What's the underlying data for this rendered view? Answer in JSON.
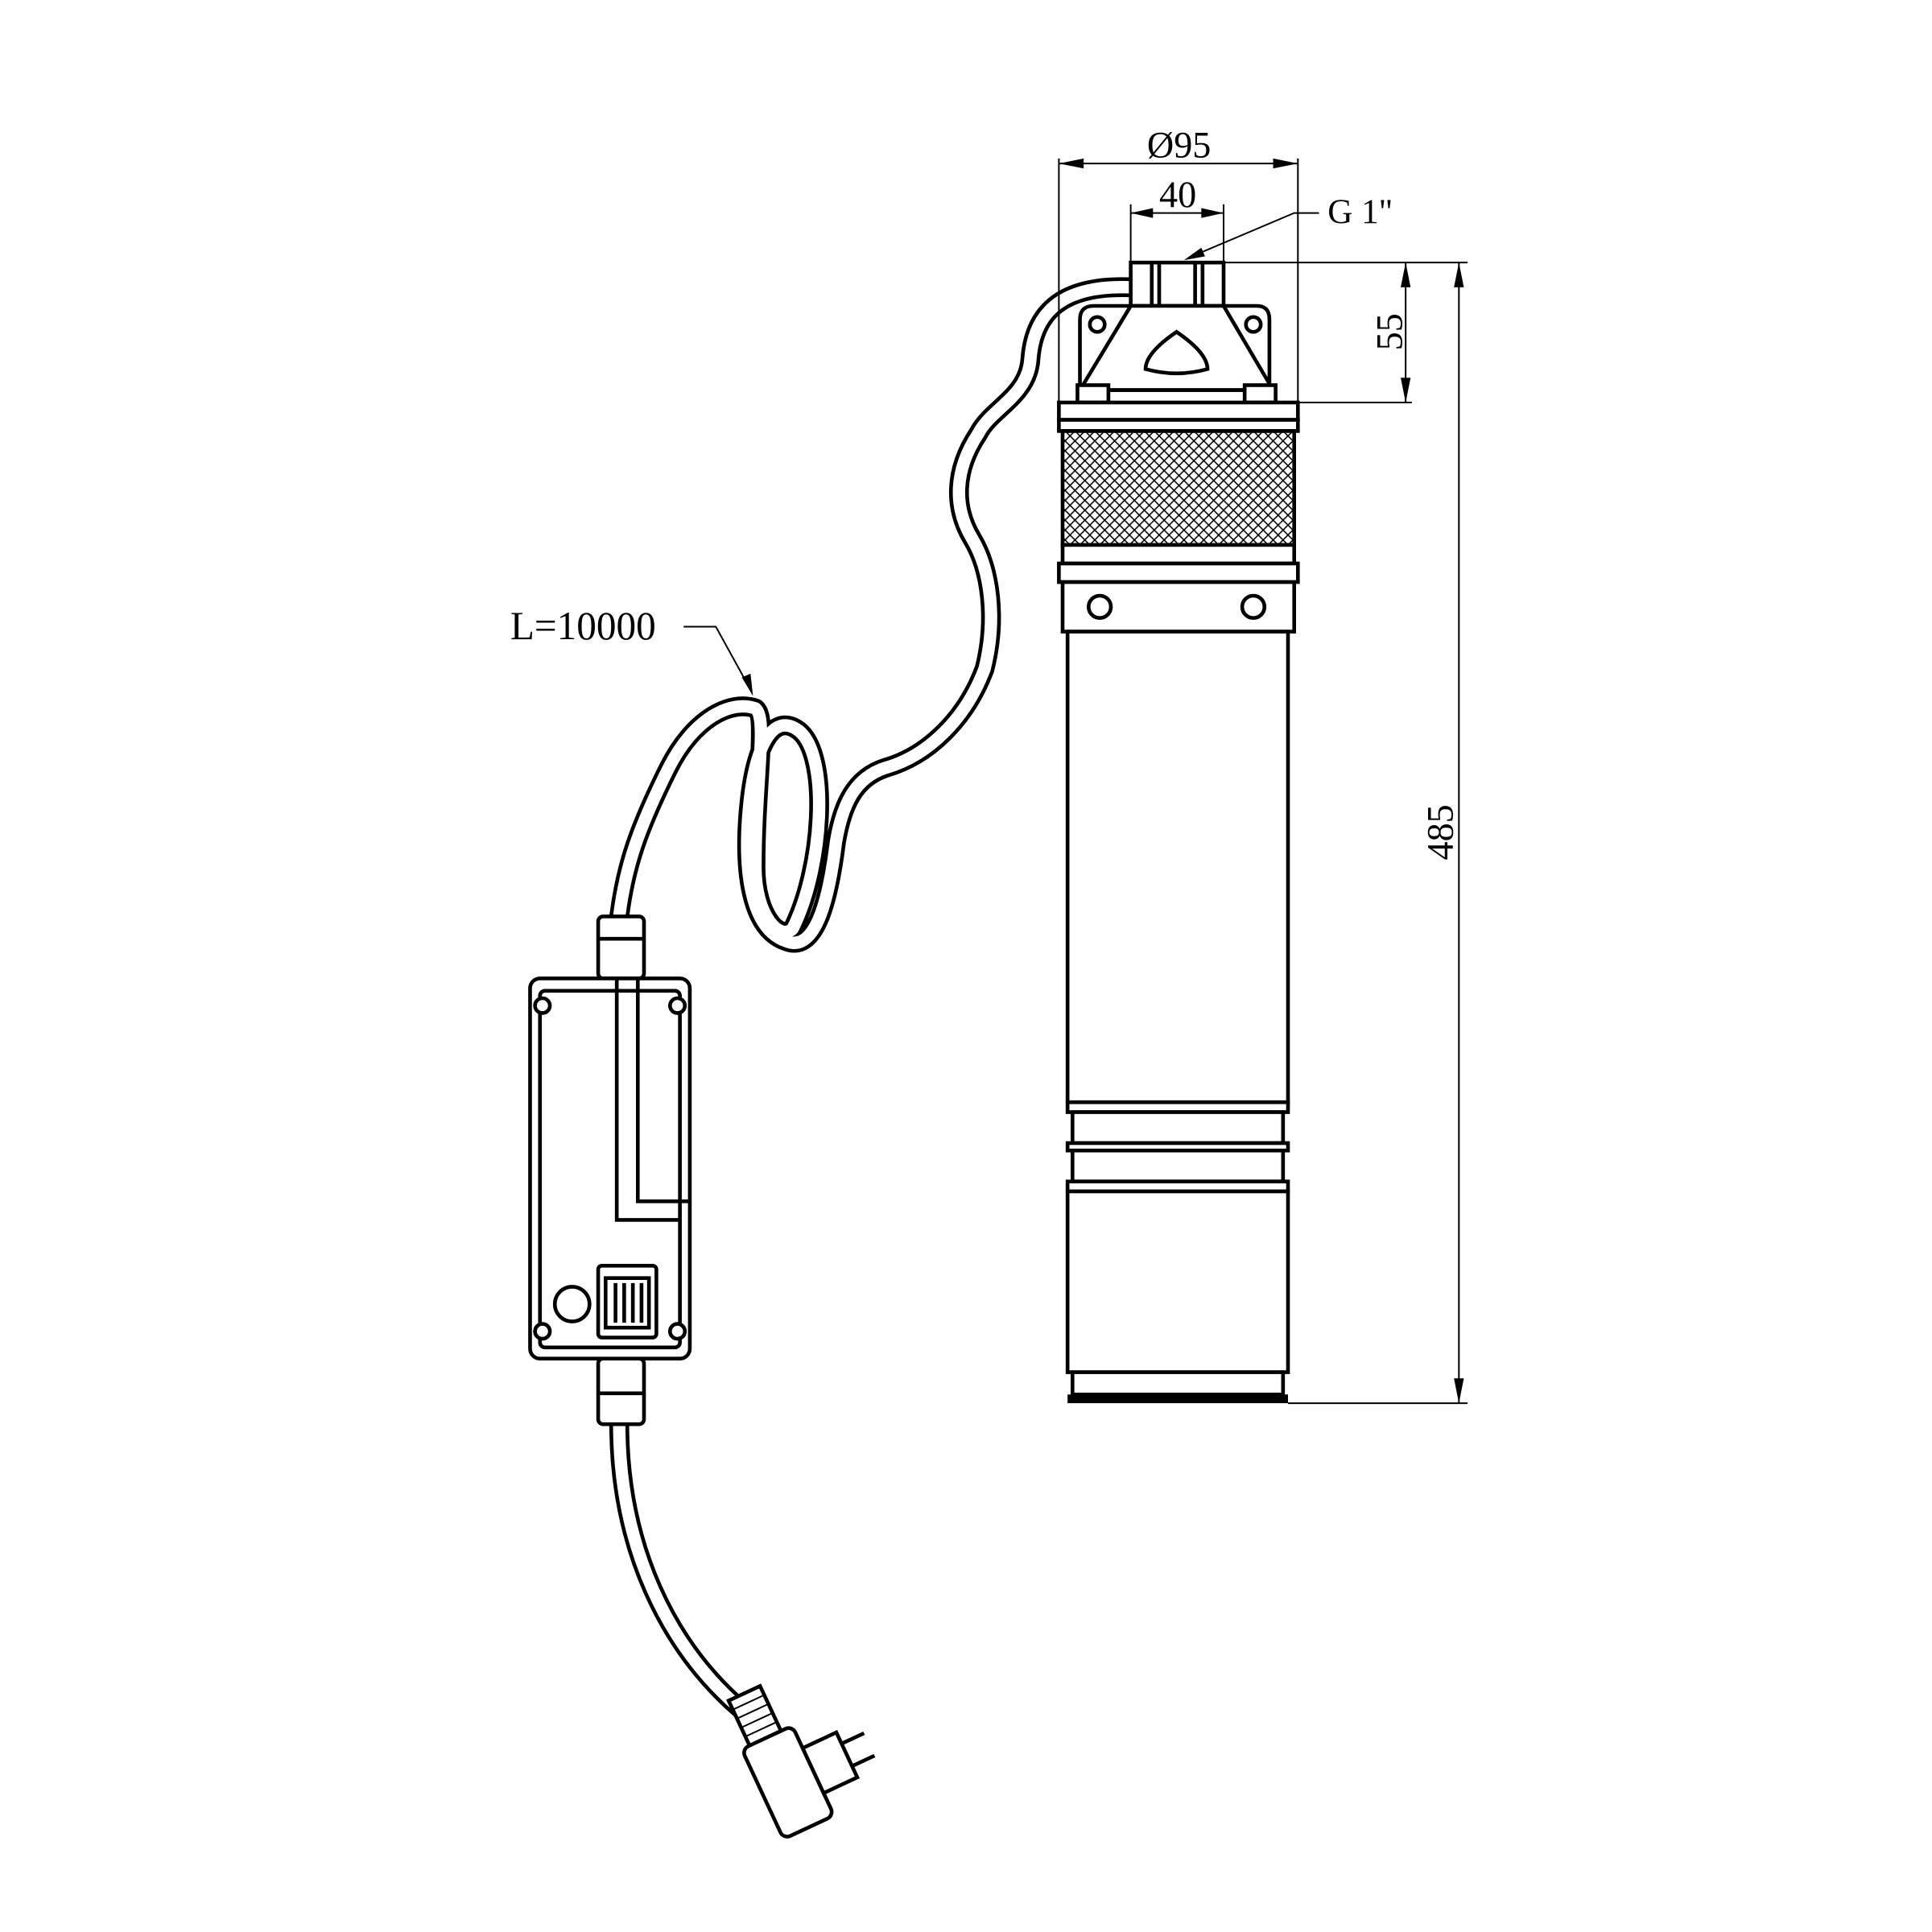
{
  "dimensions": {
    "diameter": "Ø95",
    "outlet_width": "40",
    "thread": "G 1\"",
    "head_height": "55",
    "total_height": "485",
    "cable_length": "L=10000"
  }
}
